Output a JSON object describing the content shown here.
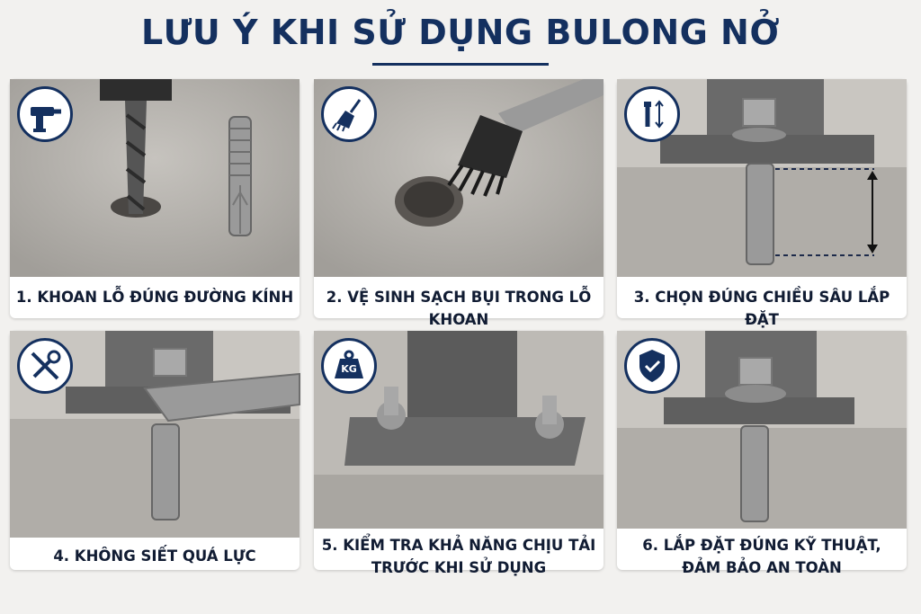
{
  "header": {
    "title": "LƯU Ý KHI SỬ DỤNG BULONG NỞ"
  },
  "colors": {
    "navy": "#14305f",
    "concrete": "#b8b5b0",
    "steel": "#6f6f6f"
  },
  "steps": [
    {
      "caption": "1. KHOAN LỖ ĐÚNG ĐƯỜNG KÍNH",
      "icon": "drill-icon"
    },
    {
      "caption": "2. VỆ SINH SẠCH BỤI TRONG LỖ KHOAN",
      "icon": "brush-icon"
    },
    {
      "caption": "3. CHỌN ĐÚNG CHIỀU SÂU LẮP ĐẶT",
      "icon": "bolt-depth-icon"
    },
    {
      "caption": "4. KHÔNG SIẾT QUÁ LỰC",
      "icon": "no-wrench-icon"
    },
    {
      "caption_line1": "5. KIỂM TRA KHẢ NĂNG CHỊU TẢI",
      "caption_line2": "TRƯỚC KHI SỬ DỤNG",
      "icon": "weight-kg-icon",
      "badge_text": "KG"
    },
    {
      "caption_line1": "6. LẮP ĐẶT ĐÚNG KỸ THUẬT,",
      "caption_line2": "ĐẢM BẢO AN TOÀN",
      "icon": "shield-check-icon"
    }
  ]
}
